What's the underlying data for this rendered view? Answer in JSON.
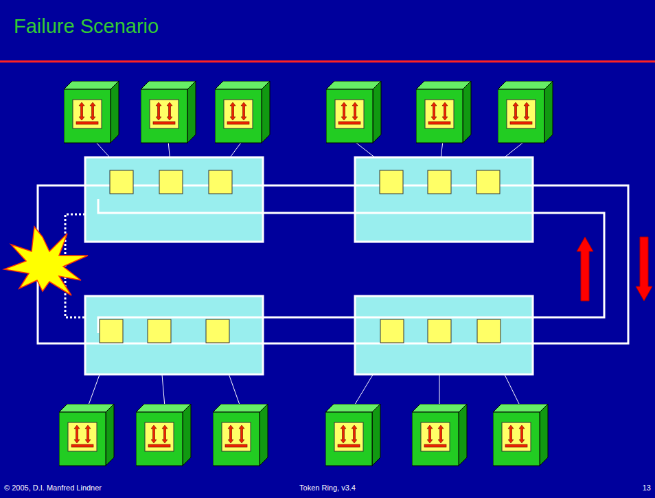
{
  "diagram": {
    "title": "Failure Scenario",
    "labels": [
      "© 2005, D.I. Manfred Lindner",
      "Token Ring, v3.4",
      "13"
    ]
  }
}
